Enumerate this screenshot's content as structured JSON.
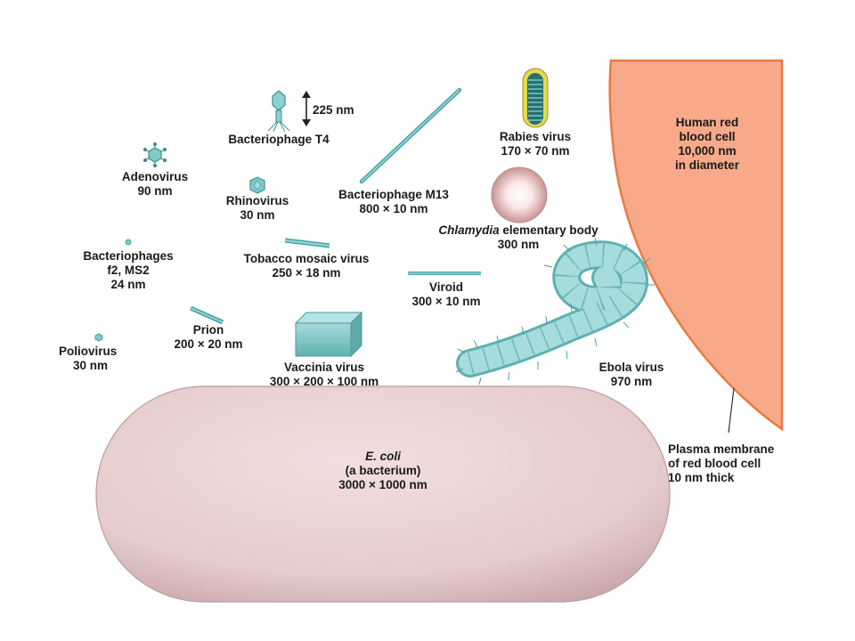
{
  "labels": {
    "t4": {
      "name": "Bacteriophage T4",
      "size": "225 nm"
    },
    "adenovirus": {
      "name": "Adenovirus",
      "size": "90 nm"
    },
    "rhinovirus": {
      "name": "Rhinovirus",
      "size": "30 nm"
    },
    "m13": {
      "name": "Bacteriophage M13",
      "size": "800 × 10 nm"
    },
    "rabies": {
      "name": "Rabies virus",
      "size": "170 × 70 nm"
    },
    "rbc": {
      "line1": "Human red",
      "line2": "blood cell",
      "line3": "10,000 nm",
      "line4": "in diameter"
    },
    "chlamydia": {
      "name_italic": "Chlamydia",
      "name_rest": " elementary body",
      "size": "300 nm"
    },
    "f2ms2": {
      "line1": "Bacteriophages",
      "line2": "f2, MS2",
      "size": "24 nm"
    },
    "tmv": {
      "name": "Tobacco mosaic virus",
      "size": "250 × 18 nm"
    },
    "viroid": {
      "name": "Viroid",
      "size": "300 × 10 nm"
    },
    "prion": {
      "name": "Prion",
      "size": "200 × 20 nm"
    },
    "polio": {
      "name": "Poliovirus",
      "size": "30 nm"
    },
    "vaccinia": {
      "name": "Vaccinia virus",
      "size": "300 × 200 × 100 nm"
    },
    "ebola": {
      "name": "Ebola virus",
      "size": "970 nm"
    },
    "ecoli": {
      "name_italic": "E. coli",
      "line2": "(a bacterium)",
      "size": "3000 × 1000 nm"
    },
    "membrane": {
      "line1": "Plasma membrane",
      "line2": "of red blood cell",
      "line3": "10 nm thick"
    }
  },
  "colors": {
    "virus_teal": "#7fc9c9",
    "virus_teal_dark": "#3f9a9a",
    "rbc_fill": "#f7a98a",
    "rbc_edge": "#e9773f",
    "ecoli_fill": "#e8cfcf",
    "chlamydia_fill": "#f0d3d3",
    "rabies_yellow": "#e6db4a"
  },
  "icons": [
    "bacteriophage-t4-icon",
    "adenovirus-icon",
    "rhinovirus-icon",
    "bacteriophage-m13-icon",
    "rabies-virus-icon",
    "red-blood-cell-icon",
    "chlamydia-icon",
    "bacteriophage-f2-icon",
    "tobacco-mosaic-virus-icon",
    "viroid-icon",
    "prion-icon",
    "poliovirus-icon",
    "vaccinia-virus-icon",
    "ebola-virus-icon",
    "ecoli-icon",
    "scale-arrow-icon"
  ]
}
